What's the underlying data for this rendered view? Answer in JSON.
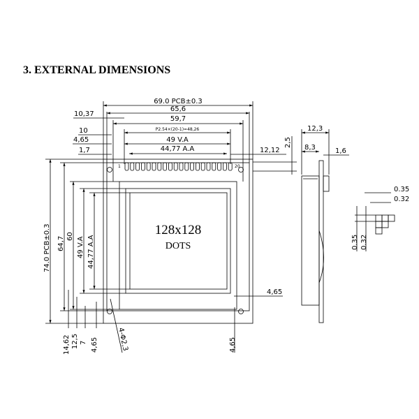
{
  "heading": "3.  EXTERNAL DIMENSIONS",
  "front_view": {
    "display_label": "128x128",
    "display_sublabel": "DOTS",
    "pin_first": "1",
    "pin_last": "20",
    "top_dims": {
      "pcb_width": "69.0  PCB±0.3",
      "outer": "65,6",
      "bezel": "59,7",
      "pitch": "P2.54×(20-1)=48,26",
      "va": "49  V.A",
      "aa": "44,77  A.A",
      "left_10_37": "10,37",
      "left_10": "10",
      "left_4_65": "4,65",
      "left_1_7": "1,7",
      "right_12_12": "12,12",
      "pin_2_5": "2,5"
    },
    "left_dims": {
      "pcb_height": "74.0  PCB±0.3",
      "outer": "64,7",
      "bezel": "60",
      "va": "49  V.A",
      "aa": "44,77  A.A"
    },
    "bottom_dims": [
      "14,62",
      "12,5",
      "7",
      "4,65"
    ],
    "hole": "4-Φ2,3",
    "right_4_65": "4,65",
    "bottom_right_4_65": "4,65"
  },
  "side_view": {
    "total": "12,3",
    "body": "8,3",
    "pcb": "1,6"
  },
  "dot_detail": {
    "pitch_h": "0.35",
    "size_h": "0.32",
    "pitch_v": "0.35",
    "size_v": "0.32"
  }
}
